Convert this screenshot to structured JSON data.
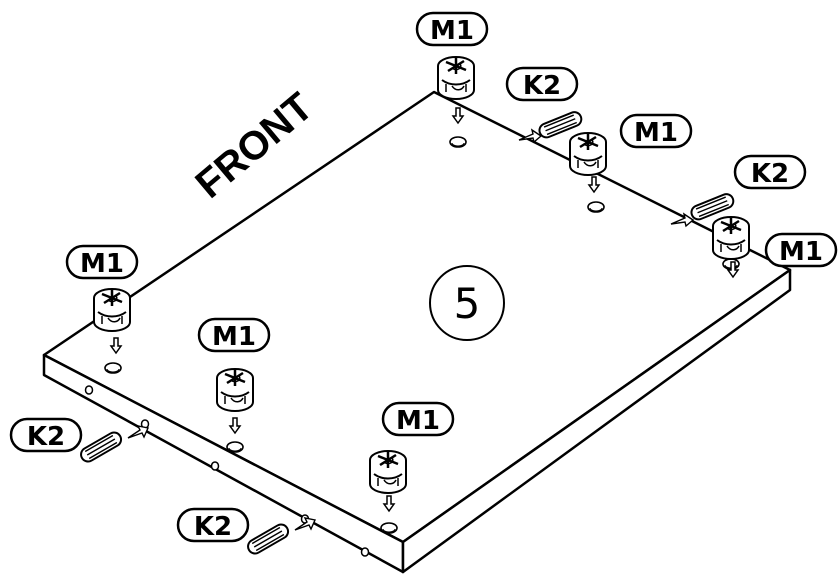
{
  "diagram": {
    "front_label": "FRONT",
    "panel_number": "5",
    "labels": {
      "m1": "M1",
      "k2": "K2"
    }
  }
}
